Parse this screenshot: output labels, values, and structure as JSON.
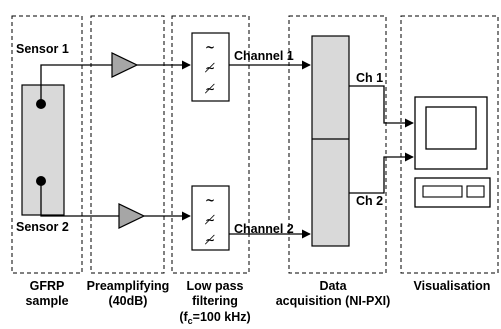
{
  "sensors": {
    "sensor1_label": "Sensor 1",
    "sensor2_label": "Sensor 2"
  },
  "channels": {
    "channel1_label": "Channel 1",
    "channel2_label": "Channel 2",
    "ch1_label": "Ch 1",
    "ch2_label": "Ch 2"
  },
  "stages": [
    {
      "line1": "GFRP",
      "line2": "sample",
      "line3": ""
    },
    {
      "line1": "Preamplifying",
      "line2": "(40dB)",
      "line3": ""
    },
    {
      "line1": "Low pass",
      "line2": "filtering",
      "line3": "(f",
      "line3_sub": "c",
      "line3_rest": "=100 kHz)"
    },
    {
      "line1": "Data",
      "line2": "acquisition (NI-PXI)",
      "line3": ""
    },
    {
      "line1": "Visualisation",
      "line2": "",
      "line3": ""
    }
  ],
  "colors": {
    "block_fill": "#d9d9d9",
    "amplifier_fill": "#a6a6a6",
    "line": "#000000"
  },
  "icons": {
    "filter_symbol": "~",
    "filter_symbol_struck": "≁"
  }
}
